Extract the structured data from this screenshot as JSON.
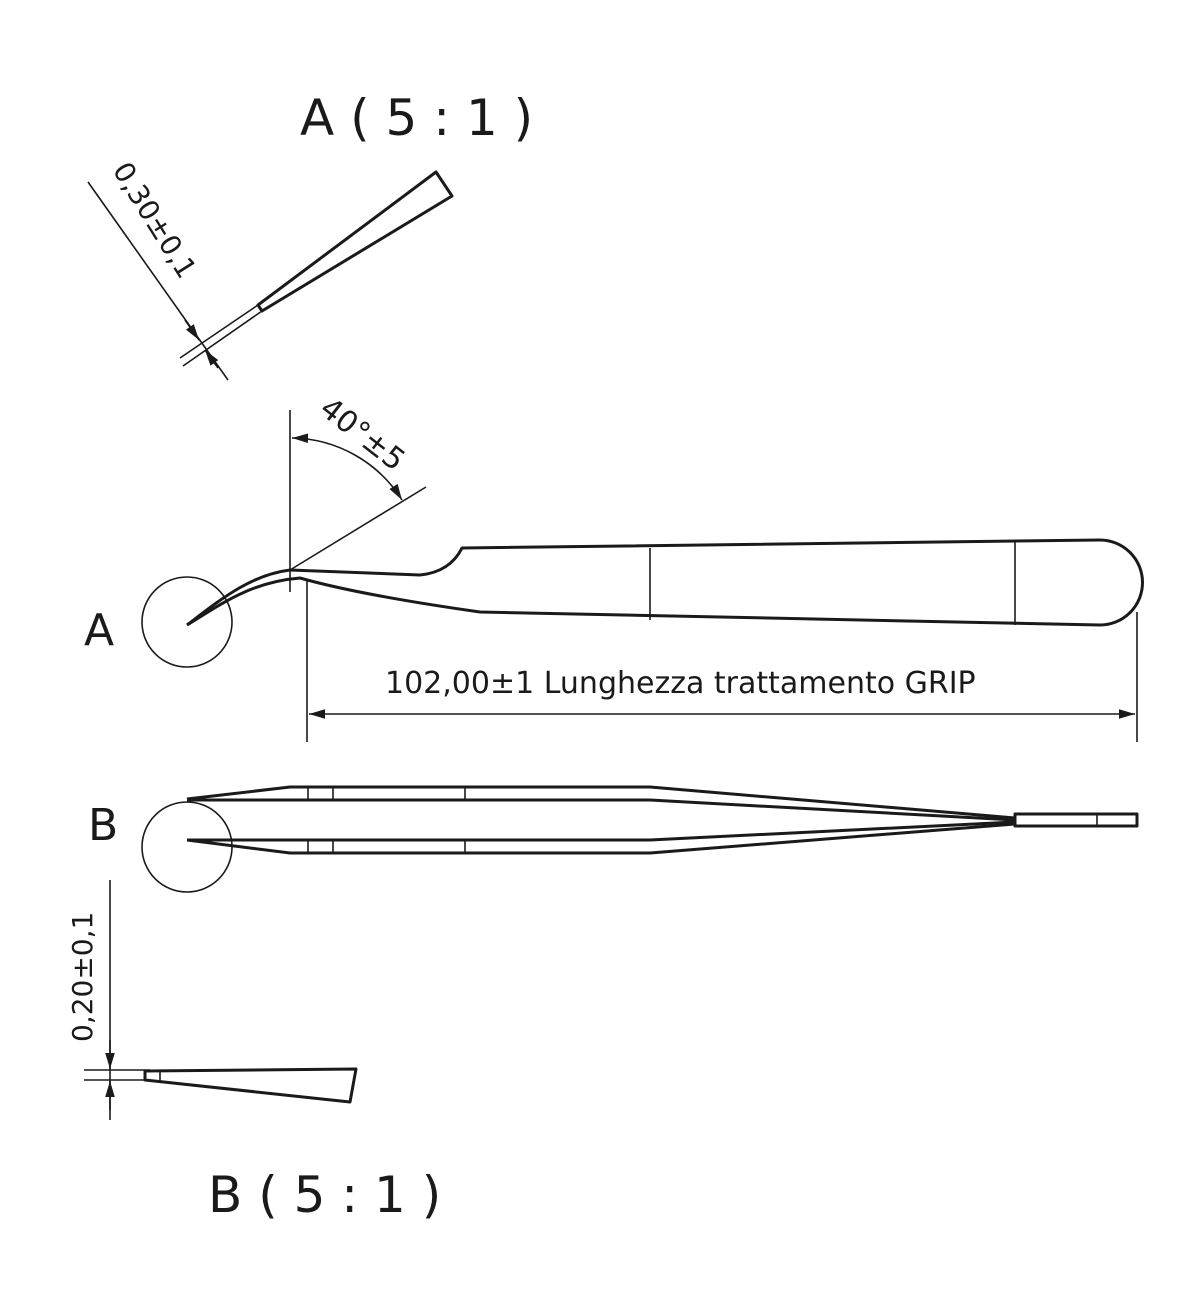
{
  "detail_a": {
    "title": "A ( 5 : 1 )",
    "dimension": "0,30±0,1"
  },
  "side_view": {
    "label": "A",
    "angle": "40°±5",
    "length_dimension": "102,00±1 Lunghezza trattamento GRIP"
  },
  "top_view": {
    "label": "B"
  },
  "detail_b": {
    "title": "B ( 5 : 1 )",
    "dimension": "0,20±0,1"
  },
  "colors": {
    "line": "#1a1a1a",
    "background": "#ffffff"
  }
}
